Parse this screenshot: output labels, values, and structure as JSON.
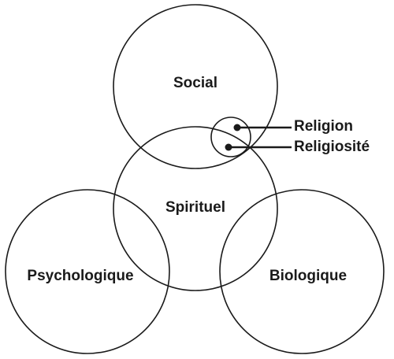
{
  "diagram": {
    "circles": {
      "social": "Social",
      "spirituel": "Spirituel",
      "psychologique": "Psychologique",
      "biologique": "Biologique"
    },
    "callouts": {
      "religion": "Religion",
      "religiosite": "Religiosité"
    },
    "colors": {
      "stroke": "#1a1a1a",
      "background": "#ffffff"
    }
  }
}
